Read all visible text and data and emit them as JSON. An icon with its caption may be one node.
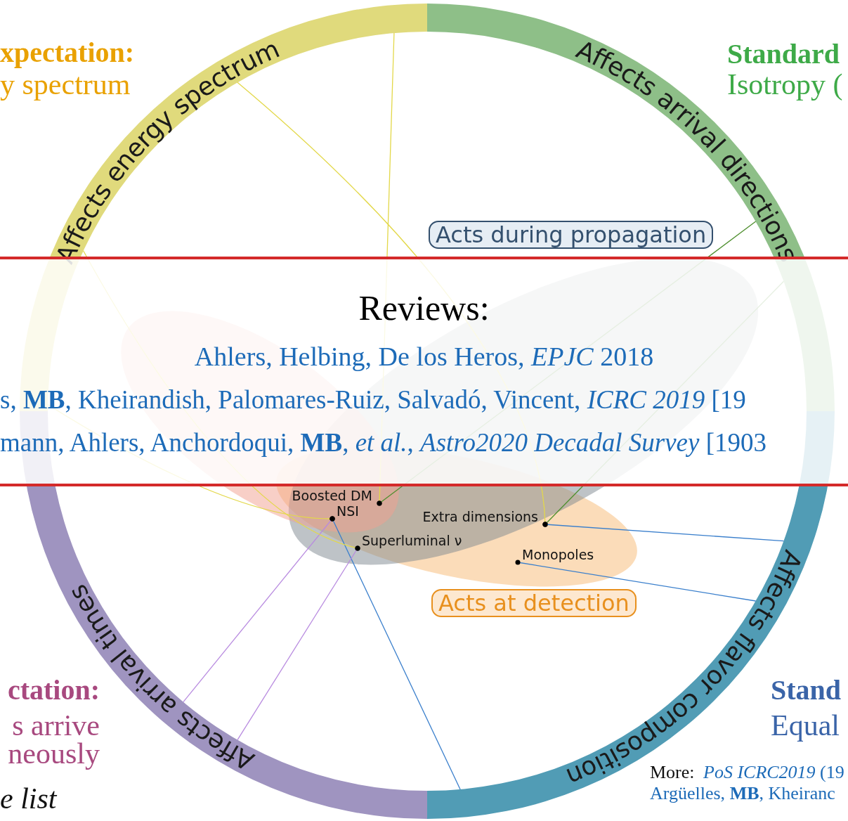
{
  "diagram": {
    "nodes": [
      {
        "text": [
          "Affects energy spectrum"
        ]
      },
      {
        "text": [
          "Affects arrival directions"
        ]
      },
      {
        "text": [
          "Affects flavor composition"
        ]
      },
      {
        "text": [
          "Affects arrival times"
        ]
      },
      {
        "text": [
          "Acts during propagation"
        ]
      },
      {
        "text": [
          "Acts at detection"
        ]
      },
      {
        "text": [
          "Boosted DM"
        ]
      },
      {
        "text": [
          "NSI"
        ]
      },
      {
        "text": [
          "Extra dimensions"
        ]
      },
      {
        "text": [
          "Superluminal ν"
        ]
      },
      {
        "text": [
          "Monopoles"
        ]
      }
    ],
    "edges": [
      {
        "from": 6,
        "to": 0,
        "arrow": "other",
        "color": "#e3d84a"
      },
      {
        "from": 6,
        "to": 1,
        "arrow": "other",
        "color": "#4f8f2f"
      },
      {
        "from": 7,
        "to": 0,
        "arrow": "other",
        "color": "#e3d84a"
      },
      {
        "from": 7,
        "to": 2,
        "arrow": "other",
        "color": "#3a7fcc"
      },
      {
        "from": 7,
        "to": 3,
        "arrow": "other",
        "color": "#b88ae0"
      },
      {
        "from": 9,
        "to": 0,
        "arrow": "other",
        "color": "#e3d84a"
      },
      {
        "from": 9,
        "to": 3,
        "arrow": "other",
        "color": "#b88ae0"
      },
      {
        "from": 8,
        "to": 0,
        "arrow": "other",
        "color": "#e3d84a"
      },
      {
        "from": 8,
        "to": 1,
        "arrow": "other",
        "color": "#4f8f2f"
      },
      {
        "from": 8,
        "to": 2,
        "arrow": "other",
        "color": "#3a7fcc"
      },
      {
        "from": 10,
        "to": 2,
        "arrow": "other",
        "color": "#3a7fcc"
      }
    ],
    "labels": [
      "xpectation:",
      "y spectrum",
      "Standard",
      "Isotropy (",
      "ctation:",
      "s arrive",
      "neously",
      "*e list*",
      "Stand",
      "Equal",
      "More:",
      "*PoS ICRC2019* (19",
      "Argüelles, **MB**, Kheiranc",
      "Reviews:",
      "Ahlers, Helbing, De los Heros, *EPJC* 2018",
      "s, **MB**, Kheirandish, Palomares-Ruiz, Salvadó, Vincent, *ICRC 2019* [19",
      "mann, Ahlers, Anchordoqui, **MB**, *et al.*, *Astro2020 Decadal Survey* [1903"
    ]
  }
}
